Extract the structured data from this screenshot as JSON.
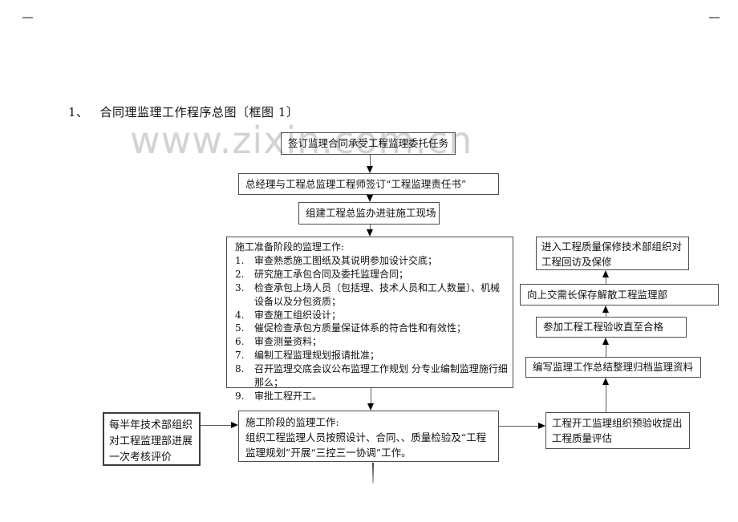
{
  "document": {
    "heading_number": "1、",
    "heading_text": "合同理监理工作程序总图〔框图 1〕",
    "watermark": "www.zixin.com.cn"
  },
  "flowchart": {
    "sign_contract_box": "签订监理合同承受工程监理委托任务",
    "responsibility_box": "总经理与工程总监理工程师签订“工程监理责任书”",
    "site_entry_box": "组建工程总监办进驻施工现场",
    "preparation_box": {
      "heading": "施工准备阶段的监理工作:",
      "items": [
        {
          "num": "1.",
          "text": "审查熟悉施工图纸及其说明参加设计交底；"
        },
        {
          "num": "2.",
          "text": "研究施工承包合同及委托监理合同；"
        },
        {
          "num": "3.",
          "text": "检查承包上场人员〔包括理、技术人员和工人数量〕、机械设备以及分包资质；"
        },
        {
          "num": "4.",
          "text": "审查施工组织设计；"
        },
        {
          "num": "5.",
          "text": "催促检查承包方质量保证体系的符合性和有效性；"
        },
        {
          "num": "6.",
          "text": "审查测量资料；"
        },
        {
          "num": "7.",
          "text": "编制工程监理规划报请批准；"
        },
        {
          "num": "8.",
          "text": "召开监理交底会议公布监理工作规划 分专业编制监理施行细那么；"
        },
        {
          "num": "9.",
          "text": "审批工程开工。"
        }
      ]
    },
    "assessment_box": "每半年技术部组织对工程监理部进展一次考核评价",
    "construction_box": {
      "heading": "施工阶段的监理工作:",
      "body": "组织工程监理人员按照设计、合同、、质量检验及“工程监理规划”开展“三控三一协调”工作。"
    },
    "pre_acceptance_box": "工程开工监理组织预验收提出工程质量评估",
    "summary_box": "编写监理工作总结整理归档监理资料",
    "acceptance_box": "参加工程工程验收直至合格",
    "dissolve_box": "向上交需长保存解散工程监理部",
    "warranty_box": "进入工程质量保修技术部组织对工程回访及保修"
  }
}
